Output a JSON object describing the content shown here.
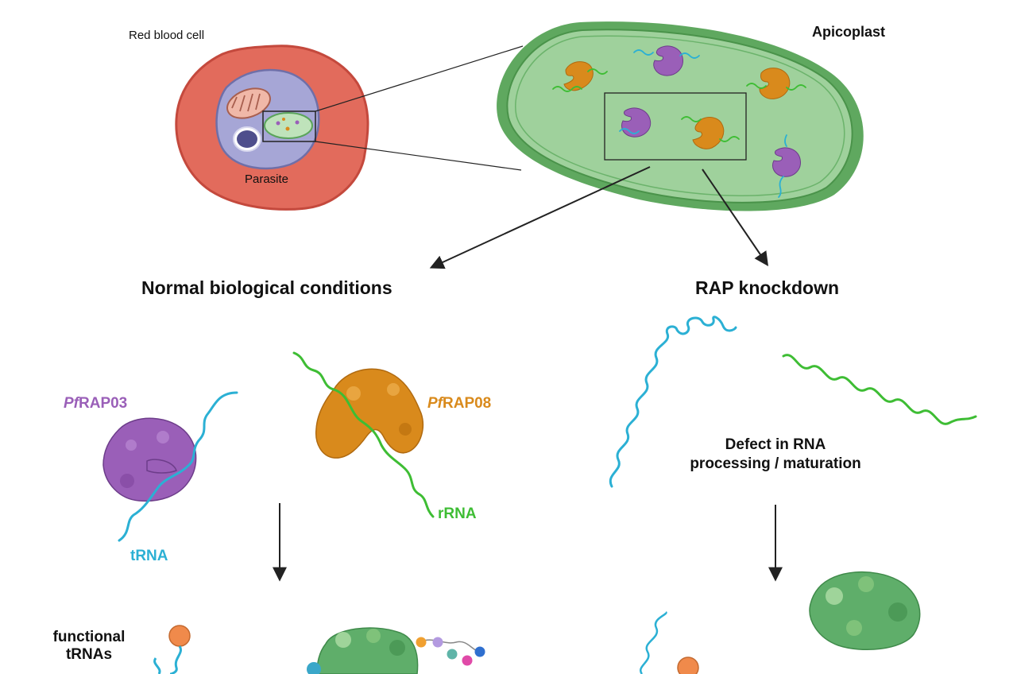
{
  "labels": {
    "red_blood_cell": "Red blood cell",
    "parasite": "Parasite",
    "apicoplast": "Apicoplast",
    "normal": "Normal biological conditions",
    "knockdown": "RAP knockdown",
    "pfrap03_prefix": "Pf",
    "pfrap03_suffix": "RAP03",
    "pfrap08_prefix": "Pf",
    "pfrap08_suffix": "RAP08",
    "rrna": "rRNA",
    "trna": "tRNA",
    "defect_line1": "Defect in RNA",
    "defect_line2": "processing / maturation",
    "functional_line1": "functional",
    "functional_line2": "tRNAs"
  },
  "colors": {
    "rbc_fill": "#e26b5c",
    "rbc_stroke": "#c4493d",
    "parasite_fill": "#a6a6d6",
    "parasite_stroke": "#6f6fa8",
    "apicoplast_fill": "#9fd19c",
    "apicoplast_stroke": "#5aa45a",
    "purple": "#9a5fb8",
    "orange": "#d98a1c",
    "cyan": "#2bb0d4",
    "green": "#3ebd34",
    "ribosome": "#5fae6a",
    "arrow": "#222222"
  }
}
